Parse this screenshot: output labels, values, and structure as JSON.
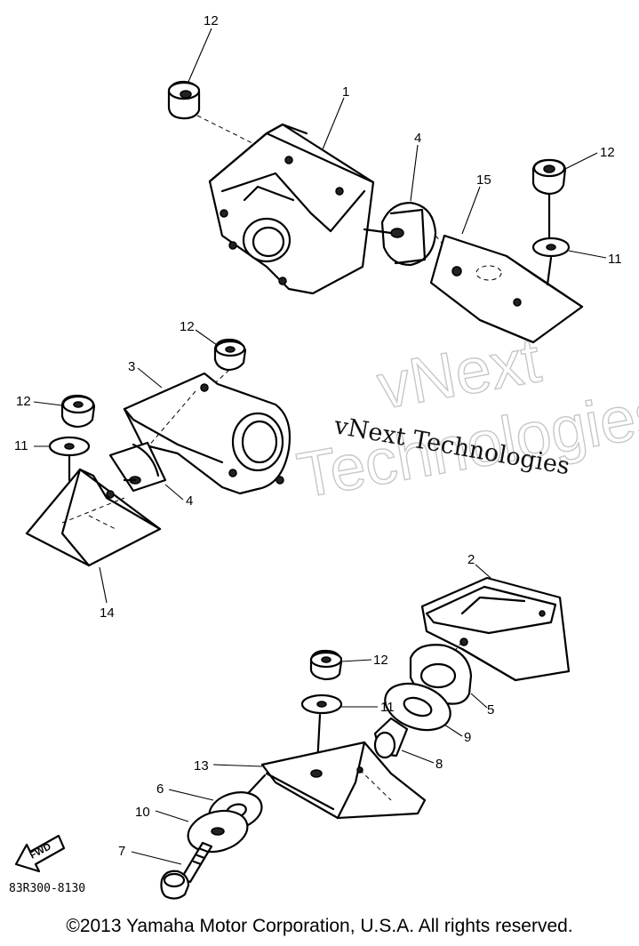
{
  "callouts": {
    "c1": "1",
    "c2": "2",
    "c3": "3",
    "c4a": "4",
    "c4b": "4",
    "c5": "5",
    "c6": "6",
    "c7": "7",
    "c8": "8",
    "c9": "9",
    "c10": "10",
    "c11a": "11",
    "c11b": "11",
    "c11c": "11",
    "c12a": "12",
    "c12b": "12",
    "c12c": "12",
    "c12d": "12",
    "c12e": "12",
    "c13": "13",
    "c14": "14",
    "c15": "15"
  },
  "fwd_label": "FWD",
  "drawing_number": "83R300-8130",
  "watermark": {
    "logo_line1": "vNext",
    "logo_line2": "Technologies",
    "text": "vNext Technologies"
  },
  "copyright": "©2013 Yamaha Motor Corporation, U.S.A. All rights reserved."
}
